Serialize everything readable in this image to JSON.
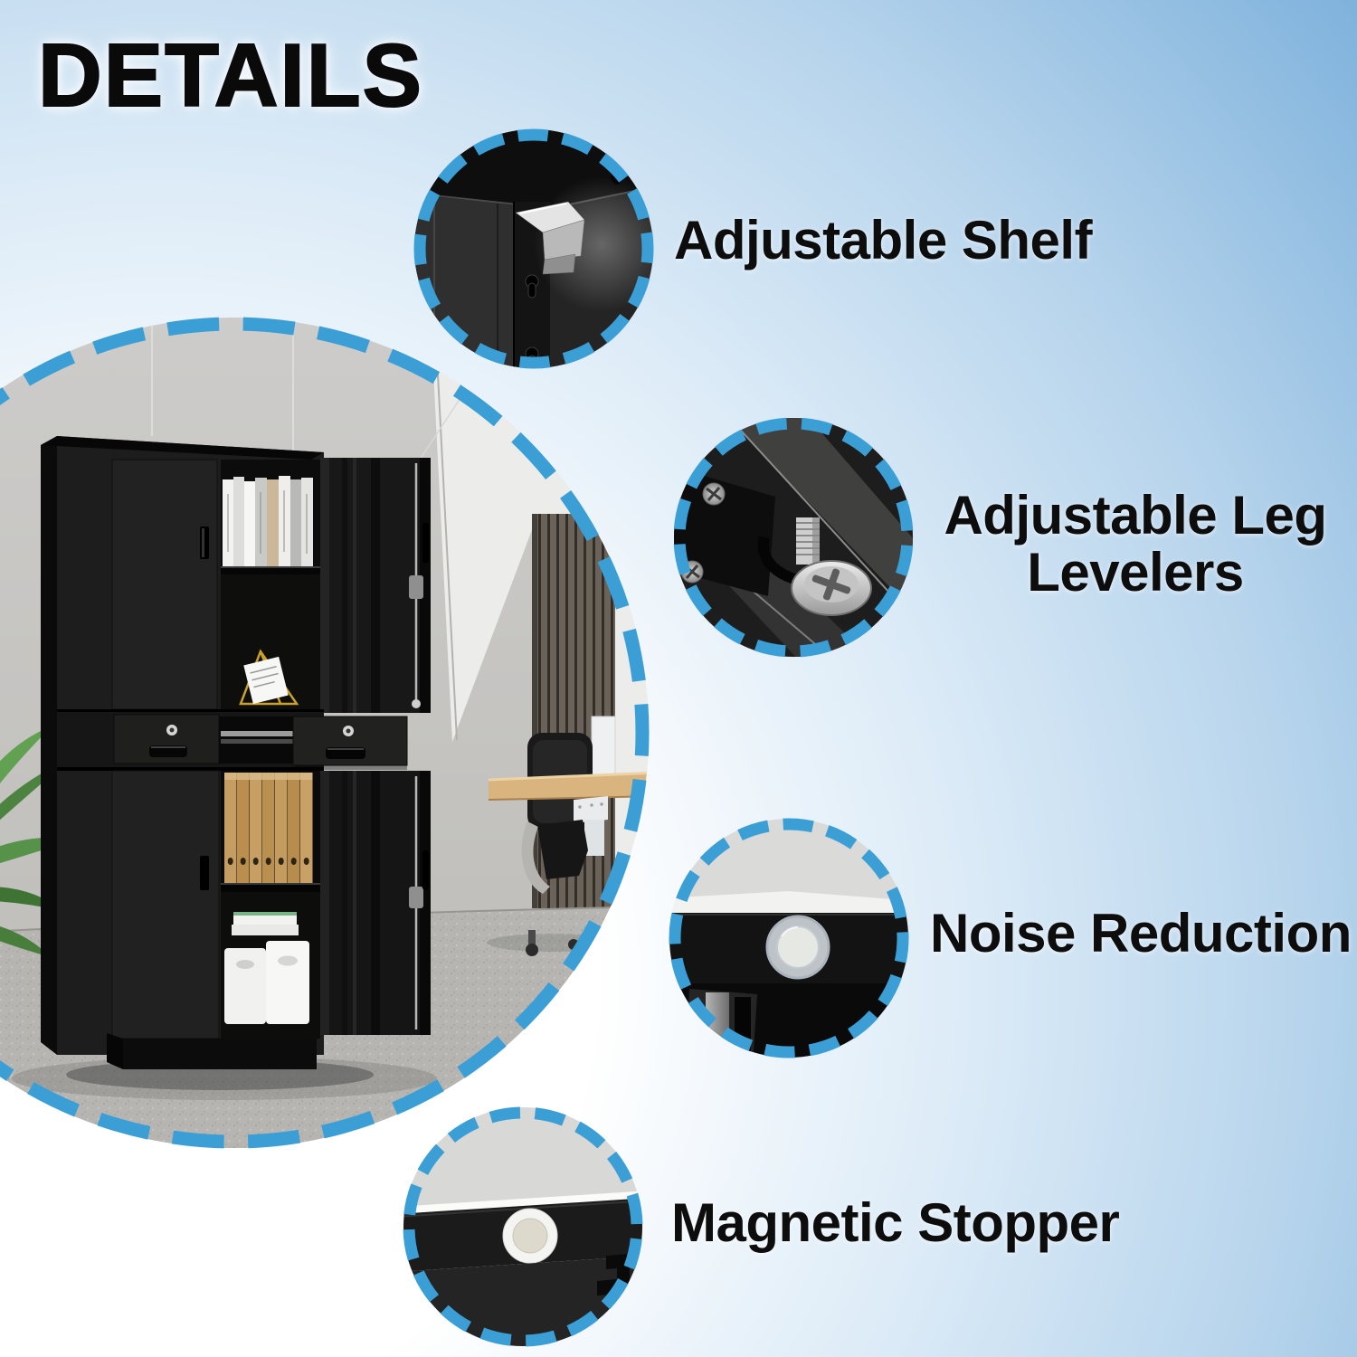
{
  "page": {
    "title": "DETAILS"
  },
  "style": {
    "accent_blue": "#3b9fd6",
    "background_blue": "#7fb2dc",
    "text_color": "#0d0d0d"
  },
  "main_image": {
    "name": "cabinet-office-photo"
  },
  "features": [
    {
      "id": "adjustable-shelf",
      "image": "shelf-clip-photo",
      "lines": [
        "Adjustable Shelf"
      ]
    },
    {
      "id": "adjustable-leg-levelers",
      "image": "leg-leveler-photo",
      "lines": [
        "Adjustable Leg",
        "Levelers"
      ]
    },
    {
      "id": "noise-reduction",
      "image": "rubber-bumper-photo",
      "lines": [
        "Noise Reduction"
      ]
    },
    {
      "id": "magnetic-stopper",
      "image": "magnet-photo",
      "lines": [
        "Magnetic Stopper"
      ]
    }
  ]
}
